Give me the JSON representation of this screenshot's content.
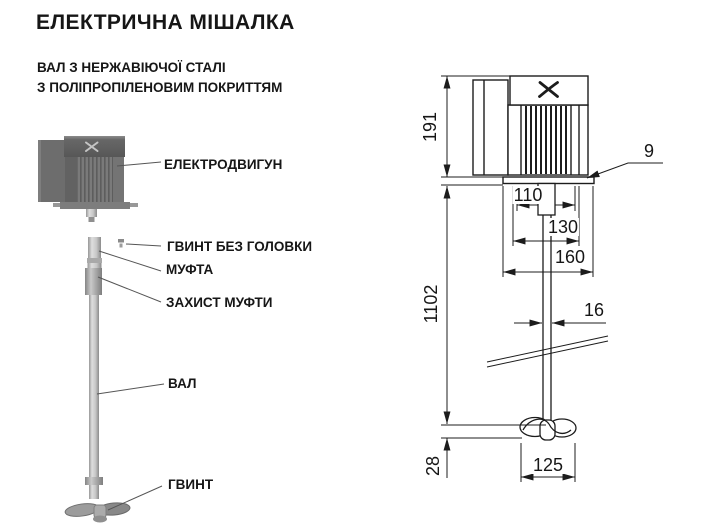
{
  "title": "ЕЛЕКТРИЧНА МІШАЛКА",
  "subtitle": {
    "line1": "ВАЛ З НЕРЖАВІЮЧОЇ СТАЛІ",
    "line2": "З ПОЛІПРОПІЛЕНОВИМ ПОКРИТТЯМ"
  },
  "parts": [
    {
      "id": "motor",
      "label": "ЕЛЕКТРОДВИГУН"
    },
    {
      "id": "headless-screw",
      "label": "ГВИНТ БЕЗ ГОЛОВКИ"
    },
    {
      "id": "coupling",
      "label": "МУФТА"
    },
    {
      "id": "coupling-guard",
      "label": "ЗАХИСТ МУФТИ"
    },
    {
      "id": "shaft",
      "label": "ВАЛ"
    },
    {
      "id": "propeller",
      "label": "ГВИНТ"
    }
  ],
  "dimensions_mm": {
    "motor_height": "191",
    "plate_thickness": "9",
    "mount_width_inner": "110",
    "mount_width_middle": "130",
    "mount_width_outer": "160",
    "shaft_length": "1102",
    "shaft_diameter": "16",
    "propeller_height": "28",
    "propeller_diameter": "125"
  },
  "icons": {
    "fan_logo": "fan-icon"
  },
  "colors": {
    "background": "#ffffff",
    "line": "#1c1c1c",
    "metal_dark": "#6d6d6d",
    "metal_light": "#cccccc"
  }
}
